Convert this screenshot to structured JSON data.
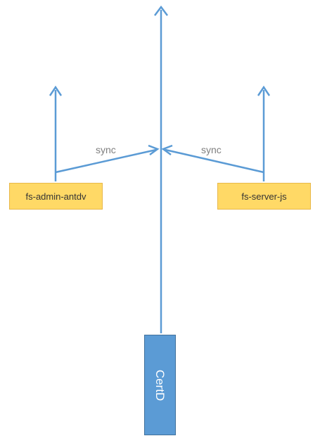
{
  "nodes": {
    "admin": {
      "label": "fs-admin-antdv"
    },
    "server": {
      "label": "fs-server-js"
    },
    "certd": {
      "label": "CertD"
    }
  },
  "edges": {
    "sync_left": {
      "label": "sync"
    },
    "sync_right": {
      "label": "sync"
    }
  },
  "colors": {
    "arrow": "#5b9bd5",
    "box_yellow_fill": "#ffd966",
    "box_blue_fill": "#5b9bd5",
    "label_text": "#7f7f7f"
  }
}
